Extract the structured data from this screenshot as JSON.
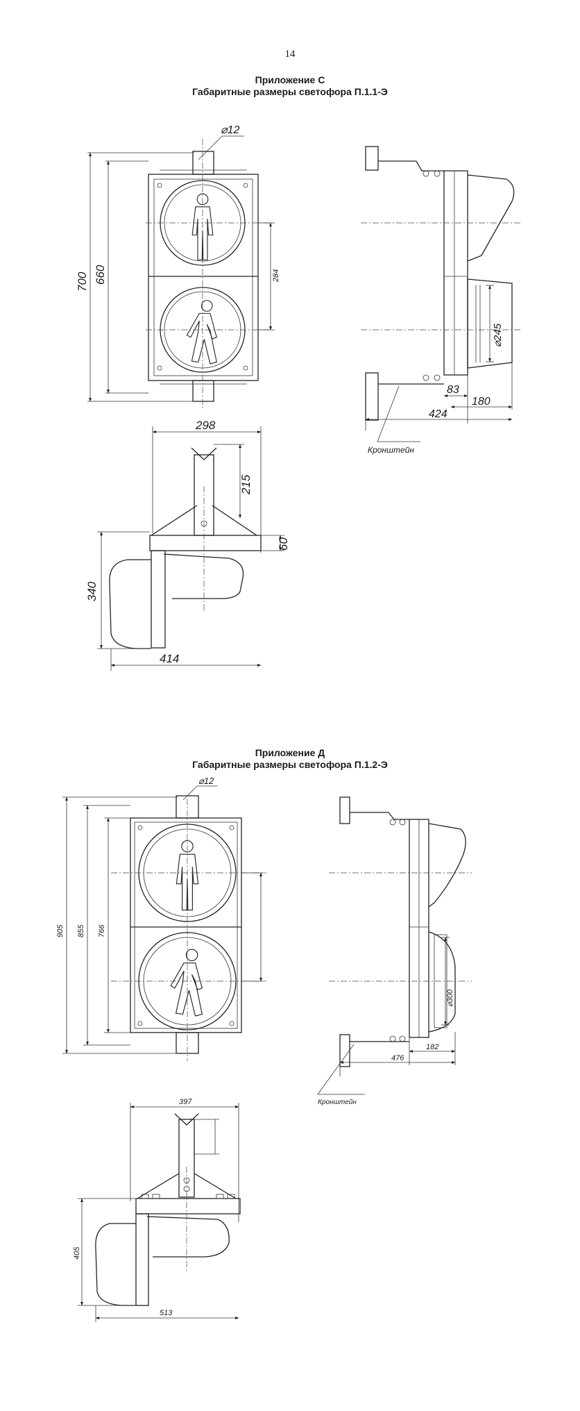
{
  "page_number": "14",
  "sections": [
    {
      "title": "Приложение С",
      "subtitle": "Габаритные размеры светофора П.1.1-Э",
      "dimensions": {
        "hole_dia": "⌀12",
        "height_total": "700",
        "height_body": "660",
        "lens_pitch": "284",
        "lens_dia": "⌀245",
        "side_offset": "83",
        "side_depth": "180",
        "side_total": "424",
        "top_width": "298",
        "top_bracket": "215",
        "top_plate": "60",
        "top_visor": "340",
        "top_total": "414"
      },
      "callout": "Кронштейн"
    },
    {
      "title": "Приложение Д",
      "subtitle": "Габаритные размеры светофора П.1.2-Э",
      "dimensions": {
        "hole_dia": "⌀12",
        "height_total": "905",
        "height_body": "855",
        "height_inner": "766",
        "lens_dia": "⌀300",
        "side_depth": "182",
        "side_total": "476",
        "top_width": "397",
        "top_visor": "405",
        "top_total": "513"
      },
      "callout": "Кронштейн"
    }
  ]
}
